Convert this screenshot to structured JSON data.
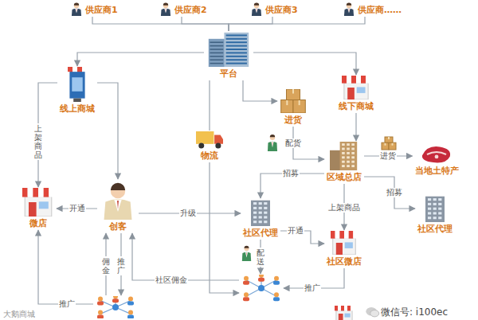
{
  "diagram": {
    "nodes": [
      {
        "text": [
          "供应商1"
        ]
      },
      {
        "text": [
          "供应商2"
        ]
      },
      {
        "text": [
          "供应商3"
        ]
      },
      {
        "text": [
          "供应商……"
        ]
      },
      {
        "text": [
          "平台"
        ]
      },
      {
        "text": [
          "线上商城"
        ]
      },
      {
        "text": [
          "线下商城"
        ]
      },
      {
        "text": [
          "进货"
        ]
      },
      {
        "text": [
          "物流"
        ]
      },
      {
        "text": [
          "区域总店"
        ]
      },
      {
        "text": [
          "当地土特产"
        ]
      },
      {
        "text": [
          "微店"
        ]
      },
      {
        "text": [
          "创客"
        ]
      },
      {
        "text": [
          "社区代理"
        ]
      },
      {
        "text": [
          "社区代理"
        ]
      },
      {
        "text": [
          "社区微店"
        ]
      },
      {
        "text": []
      },
      {
        "text": []
      }
    ],
    "edges": [
      {
        "from": 0,
        "to": 4,
        "arrow": "none"
      },
      {
        "from": 1,
        "to": 4,
        "arrow": "none"
      },
      {
        "from": 2,
        "to": 4,
        "arrow": "none"
      },
      {
        "from": 3,
        "to": 4,
        "arrow": "none"
      },
      {
        "from": 4,
        "to": 5,
        "arrow": "to"
      },
      {
        "from": 4,
        "to": 6,
        "arrow": "to"
      },
      {
        "from": 4,
        "to": 7,
        "arrow": "to"
      },
      {
        "from": 4,
        "to": 8,
        "arrow": "none"
      },
      {
        "from": 8,
        "to": 17,
        "arrow": "to"
      },
      {
        "from": 5,
        "to": 11,
        "label": "上架商品",
        "arrow": "to"
      },
      {
        "from": 5,
        "to": 12,
        "arrow": "to"
      },
      {
        "from": 12,
        "to": 11,
        "label": "开通",
        "arrow": "to"
      },
      {
        "from": 12,
        "to": 13,
        "label": "升级",
        "arrow": "to"
      },
      {
        "from": 16,
        "to": 12,
        "label": "佣金",
        "arrow": "to"
      },
      {
        "from": 12,
        "to": 16,
        "label": "推广",
        "arrow": "to"
      },
      {
        "from": 16,
        "to": 11,
        "label": "推广",
        "arrow": "to"
      },
      {
        "from": 17,
        "to": 12,
        "label": "社区佣金",
        "arrow": "to"
      },
      {
        "from": 7,
        "to": 9,
        "label": "配货",
        "arrow": "to"
      },
      {
        "from": 6,
        "to": 9,
        "arrow": "to"
      },
      {
        "from": 9,
        "to": 10,
        "label": "进货",
        "arrow": "to"
      },
      {
        "from": 9,
        "to": 13,
        "label": "招募",
        "arrow": "to"
      },
      {
        "from": 9,
        "to": 14,
        "label": "招募",
        "arrow": "to"
      },
      {
        "from": 9,
        "to": 15,
        "label": "上架商品",
        "arrow": "to"
      },
      {
        "from": 13,
        "to": 15,
        "label": "开通",
        "arrow": "to"
      },
      {
        "from": 13,
        "to": 17,
        "label": "配送",
        "arrow": "to"
      },
      {
        "from": 15,
        "to": 17,
        "label": "推广",
        "arrow": "to"
      }
    ],
    "labels": [
      "大鹅商城",
      "微信号: i100ec"
    ]
  }
}
